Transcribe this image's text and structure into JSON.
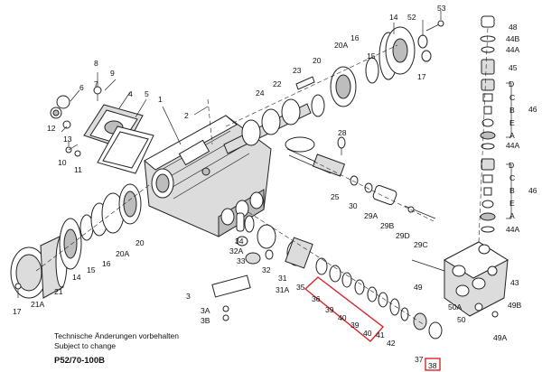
{
  "colors": {
    "highlight": "#d9252b",
    "ink": "#222222"
  },
  "notes": {
    "line1": "Technische Änderungen vorbehalten",
    "line2": "Subject to change"
  },
  "model": "P52/70-100B",
  "labels": {
    "l1": "1",
    "l2": "2",
    "l3": "3",
    "l3A": "3A",
    "l3B": "3B",
    "l4": "4",
    "l5": "5",
    "l6": "6",
    "l7": "7",
    "l8": "8",
    "l9": "9",
    "l10": "10",
    "l11": "11",
    "l12": "12",
    "l13": "13",
    "l14a": "14",
    "l14b": "14",
    "l15a": "15",
    "l15b": "15",
    "l16a": "16",
    "l16b": "16",
    "l17a": "17",
    "l17b": "17",
    "l20a": "20",
    "l20b": "20",
    "l20Aa": "20A",
    "l20Ab": "20A",
    "l21": "21",
    "l21A": "21A",
    "l22": "22",
    "l23": "23",
    "l24": "24",
    "l25": "25",
    "l28": "28",
    "l29A": "29A",
    "l29B": "29B",
    "l29C": "29C",
    "l29D": "29D",
    "l30": "30",
    "l31": "31",
    "l31A": "31A",
    "l32": "32",
    "l32A": "32A",
    "l33": "33",
    "l34": "34",
    "l35": "35",
    "l36": "36",
    "l37": "37",
    "l38": "38",
    "l39a": "39",
    "l39b": "39",
    "l40a": "40",
    "l40b": "40",
    "l41": "41",
    "l42": "42",
    "l43": "43",
    "l44A1": "44A",
    "l44A2": "44A",
    "l44A3": "44A",
    "l44B": "44B",
    "l45": "45",
    "l46a": "46",
    "l46b": "46",
    "l48": "48",
    "l49": "49",
    "l49A": "49A",
    "l49B": "49B",
    "l50": "50",
    "l50A": "50A",
    "l52": "52",
    "l53": "53",
    "lA1": "A",
    "lB1": "B",
    "lC1": "C",
    "lD1": "D",
    "lE1": "E",
    "lA2": "A",
    "lB2": "B",
    "lC2": "C",
    "lD2": "D",
    "lE2": "E"
  }
}
